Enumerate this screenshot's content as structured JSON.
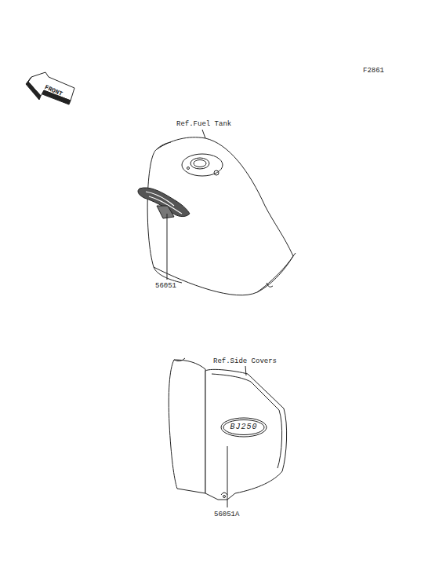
{
  "diagram": {
    "labels": [
      "F2861",
      "FRONT",
      "Ref.Fuel Tank",
      "56051",
      "Ref.Side Covers",
      "56051A",
      "BJ250"
    ]
  }
}
